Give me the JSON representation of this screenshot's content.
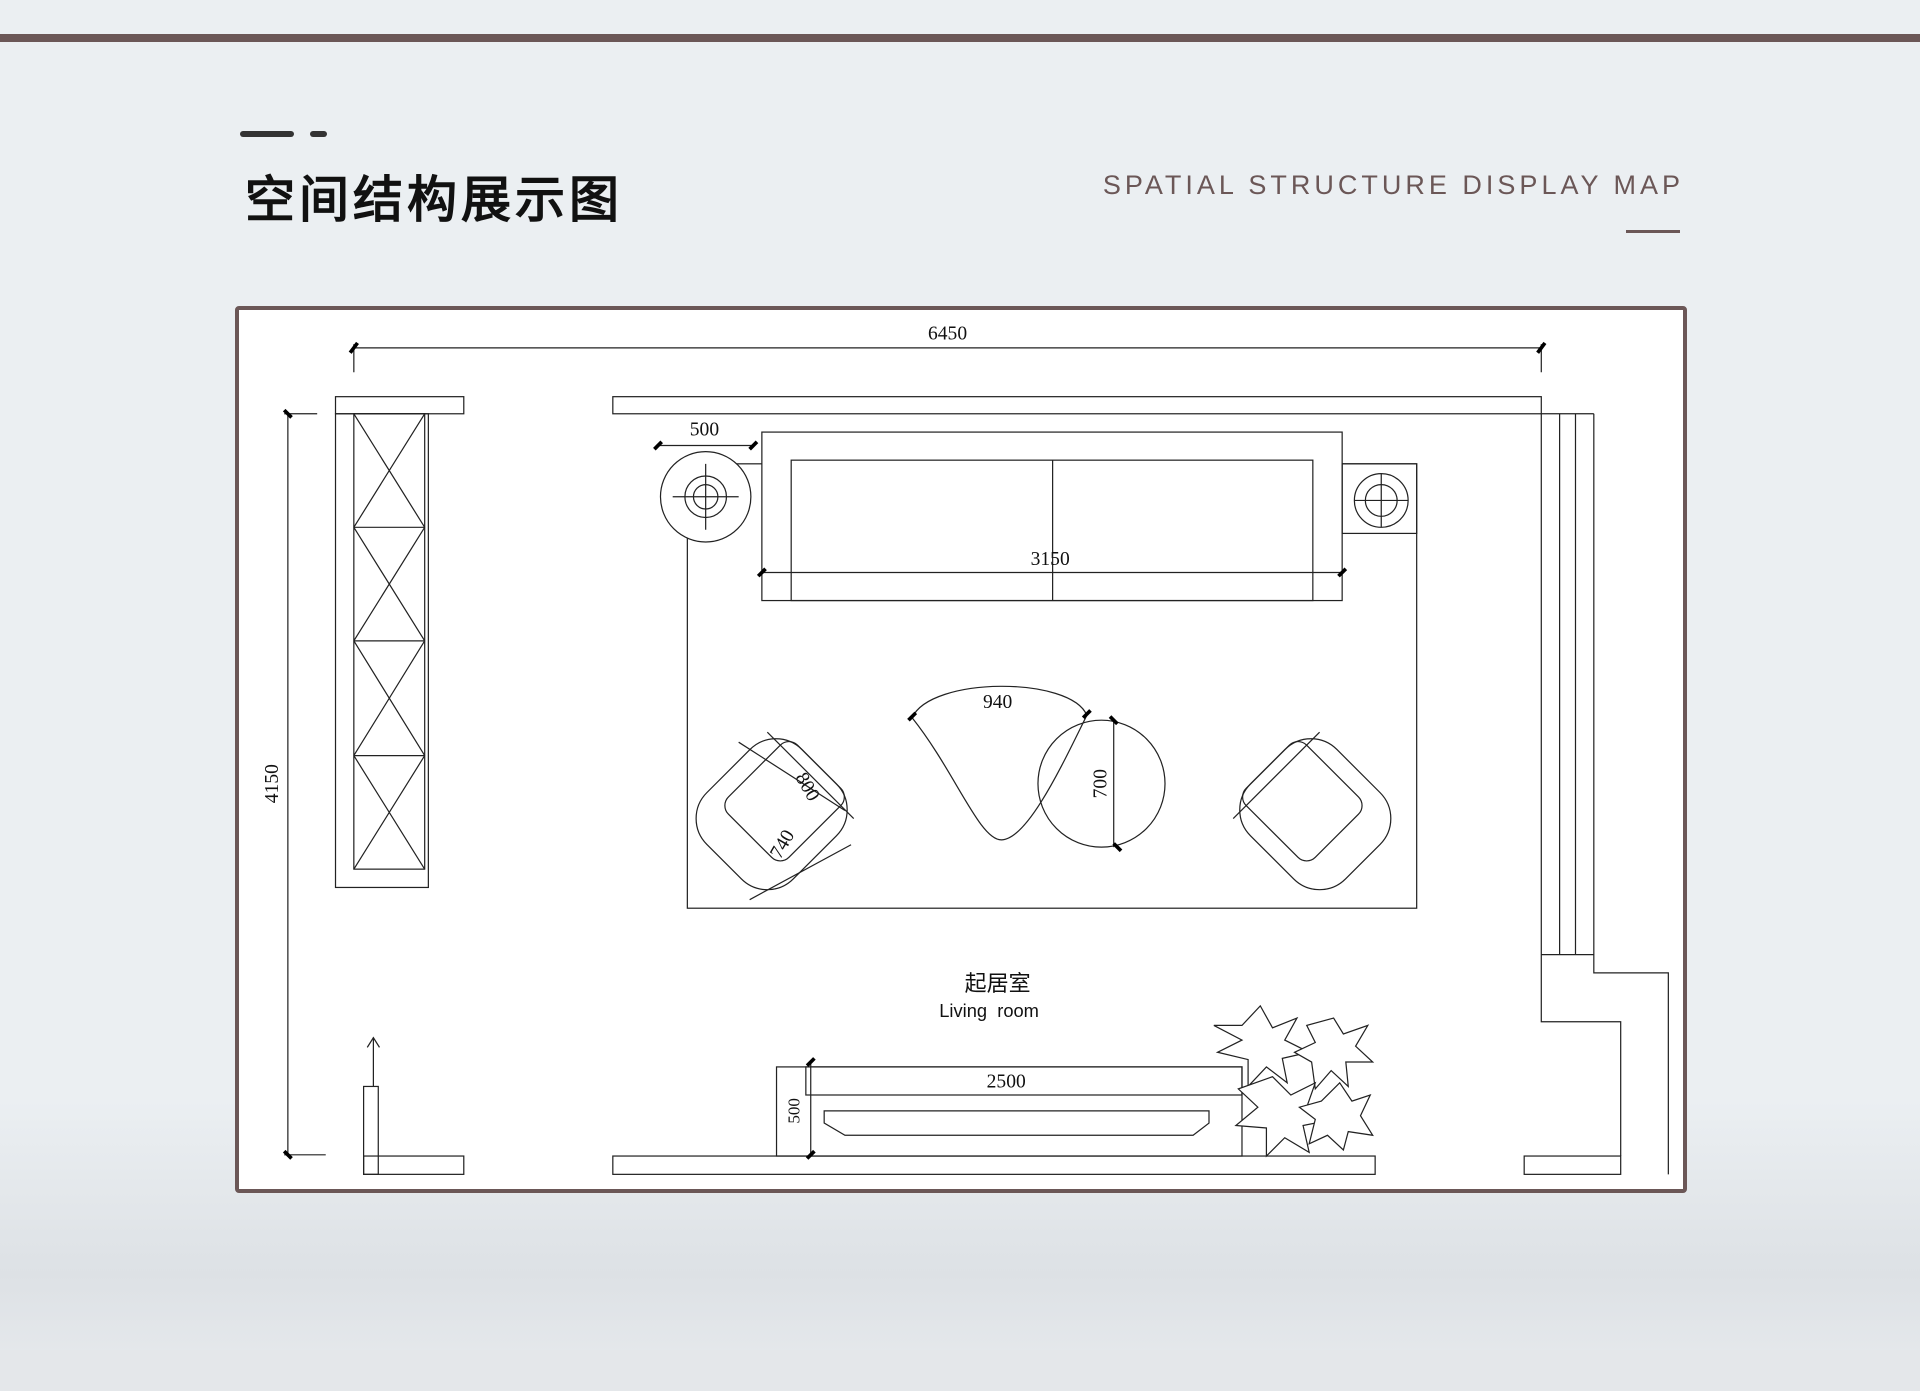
{
  "header": {
    "title": "空间结构展示图",
    "subtitle": "SPATIAL STRUCTURE DISPLAY MAP"
  },
  "plan": {
    "room_name_cn": "起居室",
    "room_name_en": "Living  room",
    "dimensions": {
      "total_width": "6450",
      "total_depth": "4150",
      "side_table": "500",
      "sofa": "3150",
      "coffee_table": "940",
      "round_table": "700",
      "armchair_depth": "800",
      "armchair_width": "740",
      "tv_cabinet": "2500",
      "tv_cabinet_depth": "500"
    }
  },
  "colors": {
    "accent": "#6b5757",
    "background": "#ebeff2"
  }
}
